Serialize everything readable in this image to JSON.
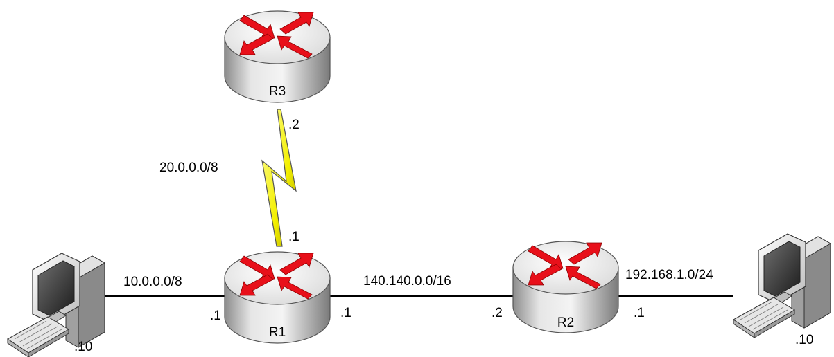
{
  "routers": [
    {
      "id": "R3",
      "label": "R3"
    },
    {
      "id": "R1",
      "label": "R1"
    },
    {
      "id": "R2",
      "label": "R2"
    }
  ],
  "networks": {
    "r1_r3": "20.0.0.0/8",
    "r1_pc1": "10.0.0.0/8",
    "r1_r2": "140.140.0.0/16",
    "r2_pc2": "192.168.1.0/24"
  },
  "interfaces": {
    "r3_serial": ".2",
    "r1_serial": ".1",
    "r1_left": ".1",
    "r1_right": ".1",
    "r2_left": ".2",
    "r2_right": ".1"
  },
  "hosts": {
    "pc1": ".10",
    "pc2": ".10"
  },
  "colors": {
    "router_body": "#d4d4d4",
    "router_top": "#f2f2f2",
    "arrow": "#e8101a",
    "serial_link": "#f4f000",
    "link": "#000000"
  },
  "icons": {
    "router": "router-icon",
    "computer": "computer-icon",
    "serial": "serial-link-icon"
  }
}
